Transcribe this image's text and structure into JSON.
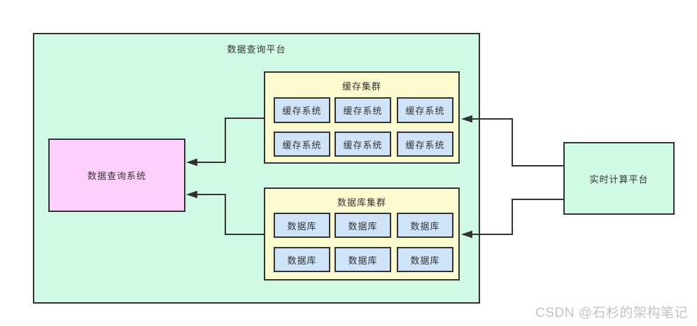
{
  "diagram": {
    "outer_platform": {
      "title": "数据查询平台"
    },
    "query_system": {
      "label": "数据查询系统"
    },
    "clusters": {
      "cache": {
        "title": "缓存集群",
        "nodes": [
          "缓存系统",
          "缓存系统",
          "缓存系统",
          "缓存系统",
          "缓存系统",
          "缓存系统"
        ]
      },
      "database": {
        "title": "数据库集群",
        "nodes": [
          "数据库",
          "数据库",
          "数据库",
          "数据库",
          "数据库",
          "数据库"
        ]
      }
    },
    "realtime_platform": {
      "label": "实时计算平台"
    },
    "connections": [
      {
        "from": "缓存集群",
        "to": "数据查询系统"
      },
      {
        "from": "数据库集群",
        "to": "数据查询系统"
      },
      {
        "from": "实时计算平台",
        "to": "缓存集群"
      },
      {
        "from": "实时计算平台",
        "to": "数据库集群"
      }
    ]
  },
  "watermark": {
    "text": "CSDN @石杉的架构笔记"
  },
  "colors": {
    "platform_fill": "#d0fae5",
    "cluster_fill": "#fdfcd0",
    "node_fill": "#cfe4f9",
    "query_system_fill": "#fdcffc",
    "border": "#333333",
    "text": "#333333",
    "watermark_text": "#c3c3c3"
  }
}
